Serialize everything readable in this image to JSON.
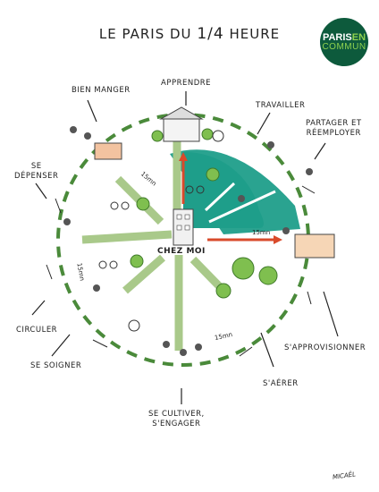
{
  "title": {
    "prefix": "LE PARIS DU",
    "fraction": "1/4",
    "suffix": "HEURE"
  },
  "logo": {
    "line1_a": "PARIS",
    "line1_b": "EN",
    "line2": "COMMUN"
  },
  "center": {
    "label": "CHEZ MOI"
  },
  "labels": {
    "bien_manger": "BIEN MANGER",
    "apprendre": "APPRENDRE",
    "travailler": "TRAVAILLER",
    "partager": "PARTAGER ET\nRÉEMPLOYER",
    "se_depenser": "SE\nDÉPENSER",
    "circuler": "CIRCULER",
    "se_soigner": "SE SOIGNER",
    "se_cultiver": "SE CULTIVER,\nS'ENGAGER",
    "s_aerer": "S'AÉRER",
    "s_approvisionner": "S'APPROVISIONNER"
  },
  "durations": {
    "nw": "15mn",
    "e": "15mn",
    "w": "15mn",
    "s": "15mn"
  },
  "signature": "MICAËL",
  "colors": {
    "accent": "#1f9e8a",
    "ring": "#4a8a3a",
    "arrow": "#d94a2b",
    "road": "#a9c98a",
    "logo_bg": "#0d5a3c",
    "logo_en": "#8fd14f"
  },
  "icons": [
    "metro-icon",
    "bicycle-icon",
    "tree-icon",
    "school-icon",
    "market-icon",
    "person-icon"
  ]
}
